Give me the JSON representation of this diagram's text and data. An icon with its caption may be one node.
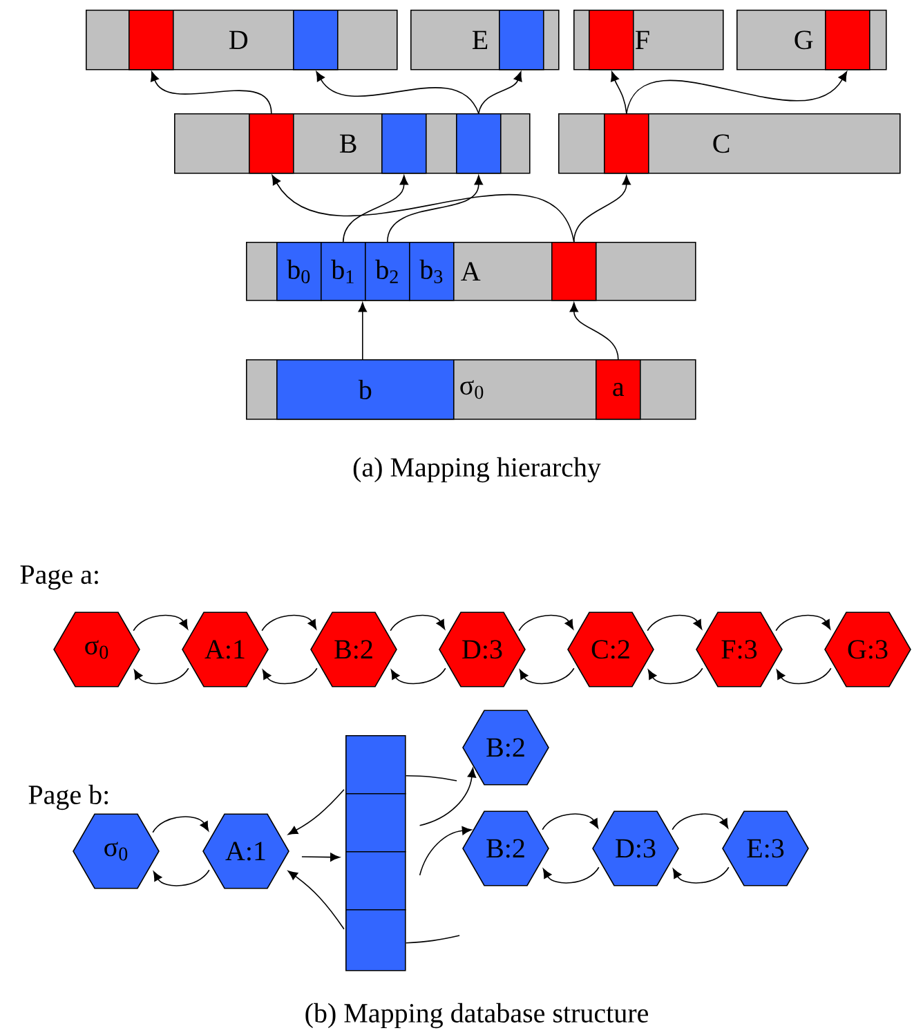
{
  "diagram": {
    "caption": "(b) Mapping database structure",
    "nodes": [
      {
        "text": [
          "D"
        ]
      },
      {
        "text": [],
        "shape": "box",
        "in": 0
      },
      {
        "text": [],
        "shape": "box",
        "in": 0
      },
      {
        "text": [
          "E"
        ]
      },
      {
        "text": [],
        "shape": "box",
        "in": 3
      },
      {
        "text": [
          "F"
        ]
      },
      {
        "text": [],
        "shape": "box",
        "in": 5
      },
      {
        "text": [
          "G"
        ]
      },
      {
        "text": [],
        "shape": "box",
        "in": 7
      },
      {
        "text": [
          "B"
        ]
      },
      {
        "text": [],
        "shape": "box",
        "in": 9
      },
      {
        "text": [],
        "shape": "box",
        "in": 9
      },
      {
        "text": [],
        "shape": "box",
        "in": 9
      },
      {
        "text": [
          "C"
        ]
      },
      {
        "text": [],
        "shape": "box",
        "in": 13
      },
      {
        "text": [
          "A"
        ]
      },
      {
        "text": [
          "b$_{0}$"
        ],
        "in": 15
      },
      {
        "text": [
          "b$_{1}$"
        ],
        "in": 15
      },
      {
        "text": [
          "b$_{2}$"
        ],
        "in": 15
      },
      {
        "text": [
          "b$_{3}$"
        ],
        "in": 15
      },
      {
        "text": [],
        "shape": "box",
        "in": 15
      },
      {
        "text": [
          "σ$_{0}$"
        ]
      },
      {
        "text": [
          "b"
        ],
        "in": 21
      },
      {
        "text": [
          "a"
        ],
        "in": 21
      },
      {
        "text": [
          "σ$_{0}$"
        ]
      },
      {
        "text": [
          "A:1"
        ]
      },
      {
        "text": [
          "B:2"
        ]
      },
      {
        "text": [
          "D:3"
        ]
      },
      {
        "text": [
          "C:2"
        ]
      },
      {
        "text": [
          "F:3"
        ]
      },
      {
        "text": [
          "G:3"
        ]
      },
      {
        "text": [
          "σ$_{0}$"
        ]
      },
      {
        "text": [
          "A:1"
        ]
      },
      {
        "text": [],
        "shape": "box"
      },
      {
        "text": [],
        "shape": "box"
      },
      {
        "text": [],
        "shape": "box"
      },
      {
        "text": [],
        "shape": "box"
      },
      {
        "text": [
          "B:2"
        ]
      },
      {
        "text": [
          "B:2"
        ]
      },
      {
        "text": [
          "D:3"
        ]
      },
      {
        "text": [
          "E:3"
        ]
      }
    ],
    "edges": [
      {
        "from": 22,
        "to": 17,
        "arrow": "to"
      },
      {
        "from": 23,
        "to": 20,
        "arrow": "to"
      },
      {
        "from": 17,
        "to": 11,
        "arrow": "to"
      },
      {
        "from": 18,
        "to": 12,
        "arrow": "to"
      },
      {
        "from": 20,
        "to": 10,
        "arrow": "to"
      },
      {
        "from": 20,
        "to": 14,
        "arrow": "to"
      },
      {
        "from": 10,
        "to": 1,
        "arrow": "to"
      },
      {
        "from": 12,
        "to": 2,
        "arrow": "to"
      },
      {
        "from": 12,
        "to": 4,
        "arrow": "to"
      },
      {
        "from": 14,
        "to": 6,
        "arrow": "to"
      },
      {
        "from": 14,
        "to": 8,
        "arrow": "to"
      },
      {
        "from": 24,
        "to": 25,
        "arrow": "to"
      },
      {
        "from": 25,
        "to": 24,
        "arrow": "to"
      },
      {
        "from": 25,
        "to": 26,
        "arrow": "to"
      },
      {
        "from": 26,
        "to": 25,
        "arrow": "to"
      },
      {
        "from": 26,
        "to": 27,
        "arrow": "to"
      },
      {
        "from": 27,
        "to": 26,
        "arrow": "to"
      },
      {
        "from": 27,
        "to": 28,
        "arrow": "to"
      },
      {
        "from": 28,
        "to": 27,
        "arrow": "to"
      },
      {
        "from": 28,
        "to": 29,
        "arrow": "to"
      },
      {
        "from": 29,
        "to": 28,
        "arrow": "to"
      },
      {
        "from": 29,
        "to": 30,
        "arrow": "to"
      },
      {
        "from": 30,
        "to": 29,
        "arrow": "to"
      },
      {
        "from": 31,
        "to": 32,
        "arrow": "to"
      },
      {
        "from": 32,
        "to": 31,
        "arrow": "to"
      },
      {
        "from": 32,
        "to": 35,
        "arrow": "to"
      },
      {
        "from": 33,
        "to": 32,
        "arrow": "to"
      },
      {
        "from": 36,
        "to": 32,
        "arrow": "to"
      },
      {
        "from": 33,
        "to": 37,
        "arrow": "none"
      },
      {
        "from": 34,
        "to": 37,
        "arrow": "to"
      },
      {
        "from": 35,
        "to": 38,
        "arrow": "to"
      },
      {
        "from": 36,
        "to": 38,
        "arrow": "none"
      },
      {
        "from": 38,
        "to": 39,
        "arrow": "to"
      },
      {
        "from": 39,
        "to": 38,
        "arrow": "to"
      },
      {
        "from": 39,
        "to": 40,
        "arrow": "to"
      },
      {
        "from": 40,
        "to": 39,
        "arrow": "to"
      }
    ],
    "labels": [
      "(a) Mapping hierarchy",
      "Page a:",
      "Page b:"
    ]
  }
}
